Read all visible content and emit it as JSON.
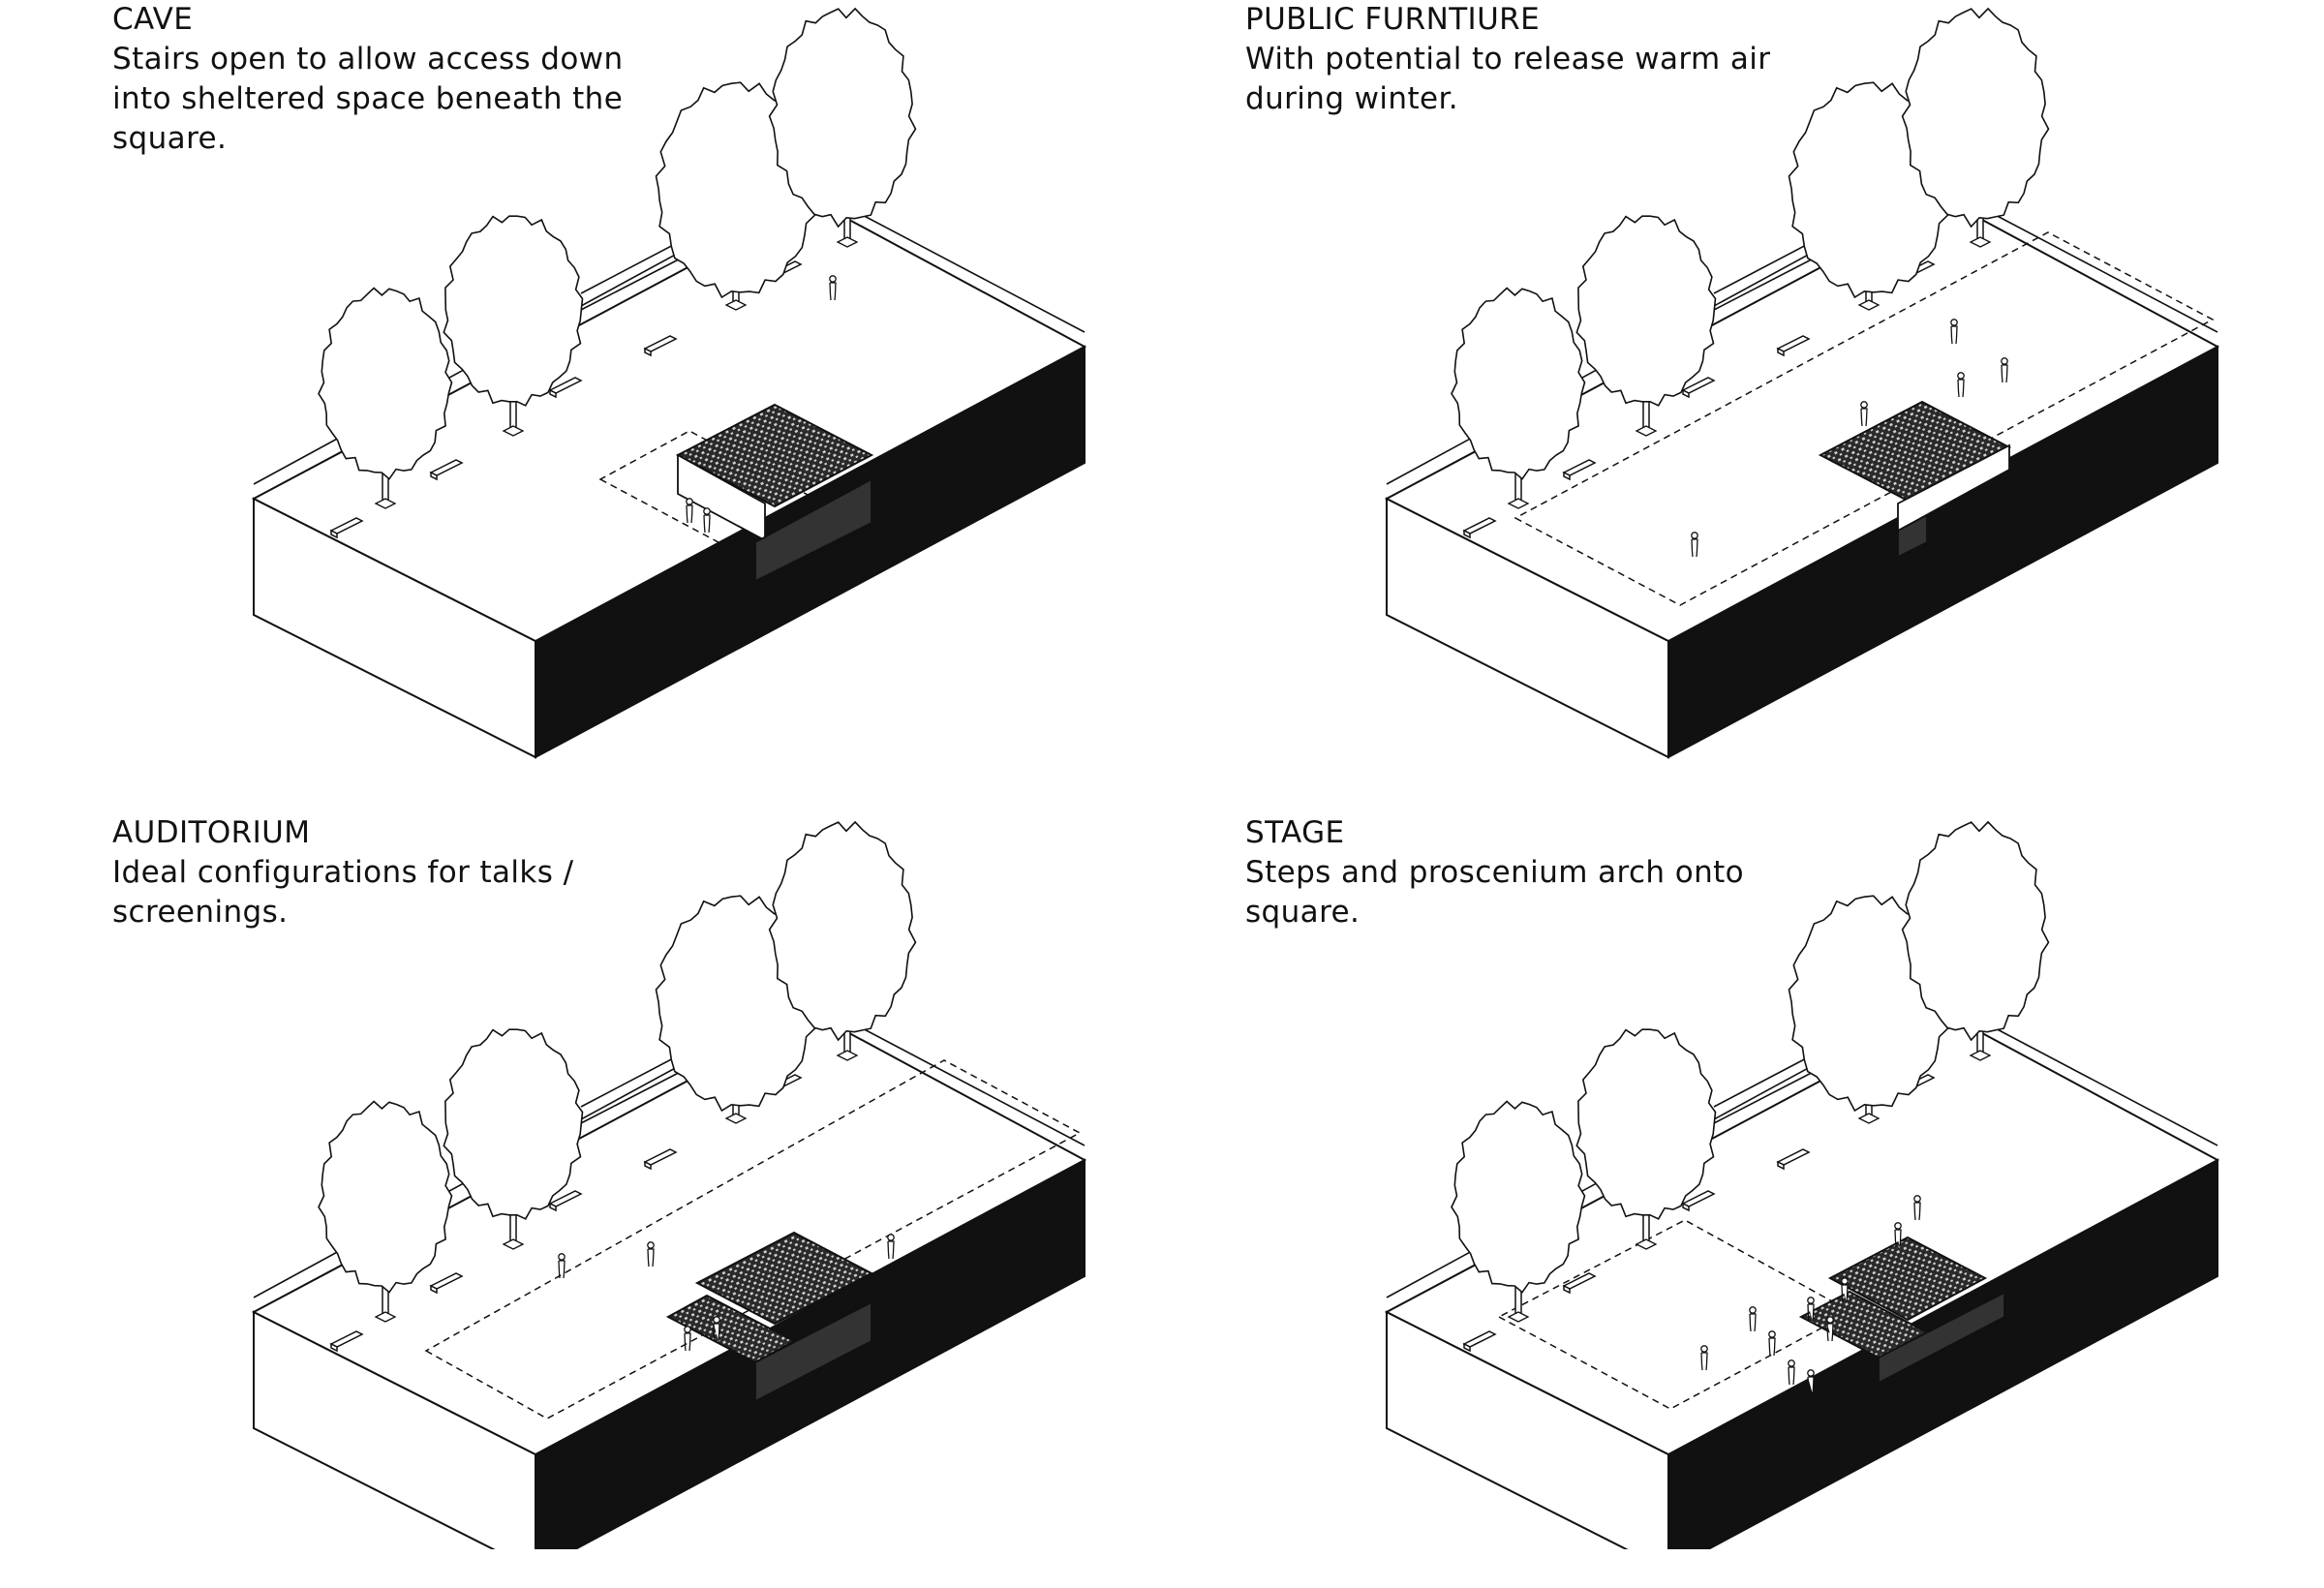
{
  "panels": [
    {
      "id": "cave",
      "title": "CAVE",
      "description": "Stairs open to allow access down\ninto sheltered space beneath the\nsquare."
    },
    {
      "id": "public-furniture",
      "title": "PUBLIC FURNTIURE",
      "description": "With potential to release warm air\nduring winter."
    },
    {
      "id": "auditorium",
      "title": "AUDITORIUM",
      "description": "Ideal configurations for talks /\nscreenings."
    },
    {
      "id": "stage",
      "title": "STAGE",
      "description": "Steps and proscenium arch onto\nsquare."
    }
  ],
  "colors": {
    "ink": "#111111",
    "background": "#ffffff"
  }
}
